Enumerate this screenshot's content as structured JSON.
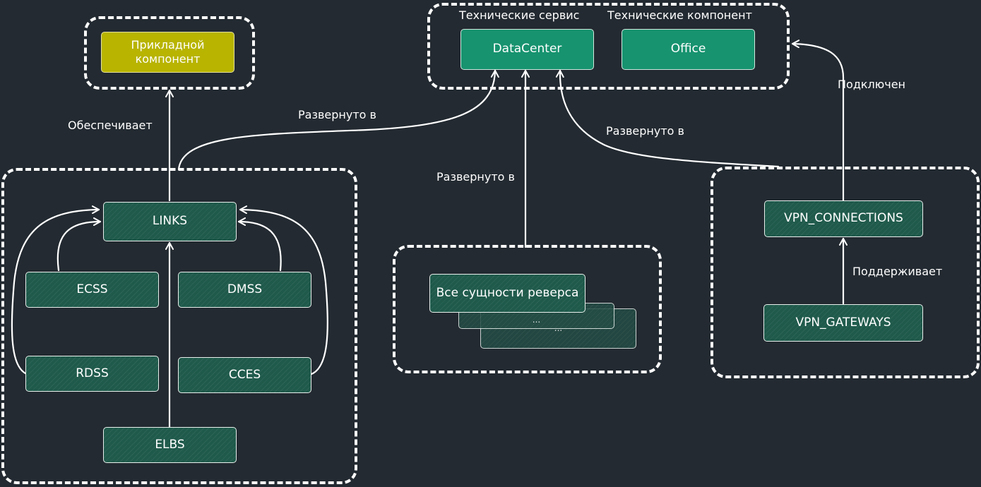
{
  "nodes": {
    "applied_component": "Прикладной компонент",
    "datacenter": "DataCenter",
    "office": "Office",
    "links": "LINKS",
    "ecss": "ECSS",
    "dmss": "DMSS",
    "rdss": "RDSS",
    "cces": "CCES",
    "elbs": "ELBS",
    "all_entities": "Все сущности реверса",
    "ellipsis_1": "...",
    "ellipsis_2": "...",
    "vpn_connections": "VPN_CONNECTIONS",
    "vpn_gateways": "VPN_GATEWAYS"
  },
  "group_titles": {
    "technical_service": "Технические сервис",
    "technical_component": "Технические компонент"
  },
  "edge_labels": {
    "provides": "Обеспечивает",
    "deployed_links": "Развернуто в",
    "deployed_entities": "Развернуто в",
    "deployed_vpn": "Развернуто в",
    "connected": "Подключен",
    "supports": "Поддерживает"
  },
  "colors": {
    "background": "#232a31",
    "node_dark_green": "#1f5a4b",
    "node_teal": "#17936f",
    "node_olive": "#b8b400",
    "line": "#ffffff"
  }
}
